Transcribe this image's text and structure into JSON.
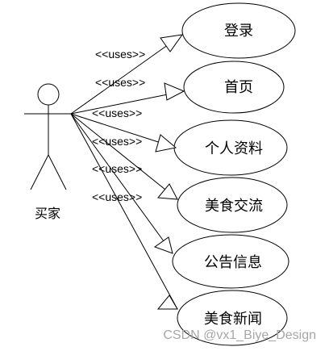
{
  "actor": {
    "label": "买家"
  },
  "stereotype": "<<uses>>",
  "use_cases": [
    {
      "label": "登录"
    },
    {
      "label": "首页"
    },
    {
      "label": "个人资料"
    },
    {
      "label": "美食交流"
    },
    {
      "label": "公告信息"
    },
    {
      "label": "美食新闻"
    }
  ],
  "watermark": "CSDN @vx1_Biye_Design"
}
